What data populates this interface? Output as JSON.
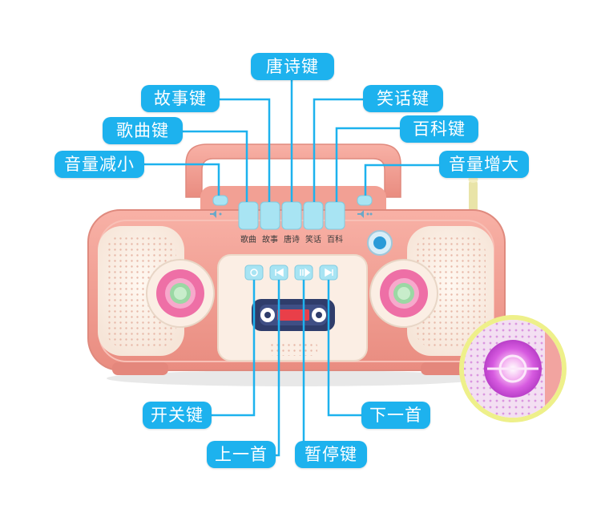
{
  "callouts": {
    "tang_shi": "唐诗键",
    "gu_shi": "故事键",
    "xiao_hua": "笑话键",
    "ge_qu": "歌曲键",
    "bai_ke": "百科键",
    "volume_down": "音量减小",
    "volume_up": "音量增大",
    "power": "开关键",
    "next": "下一首",
    "prev": "上一首",
    "pause": "暂停键"
  },
  "key_labels": [
    "歌曲",
    "故事",
    "唐诗",
    "笑话",
    "百科"
  ],
  "colors": {
    "callout_blue": "#1db2ee",
    "body_pink": "#f4a49a",
    "body_dark": "#e68c82",
    "panel_cream": "#fbeee4",
    "key_blue": "#a8e4f3",
    "reel_pink": "#ee6fa6",
    "glow_purple": "#d75be0"
  }
}
